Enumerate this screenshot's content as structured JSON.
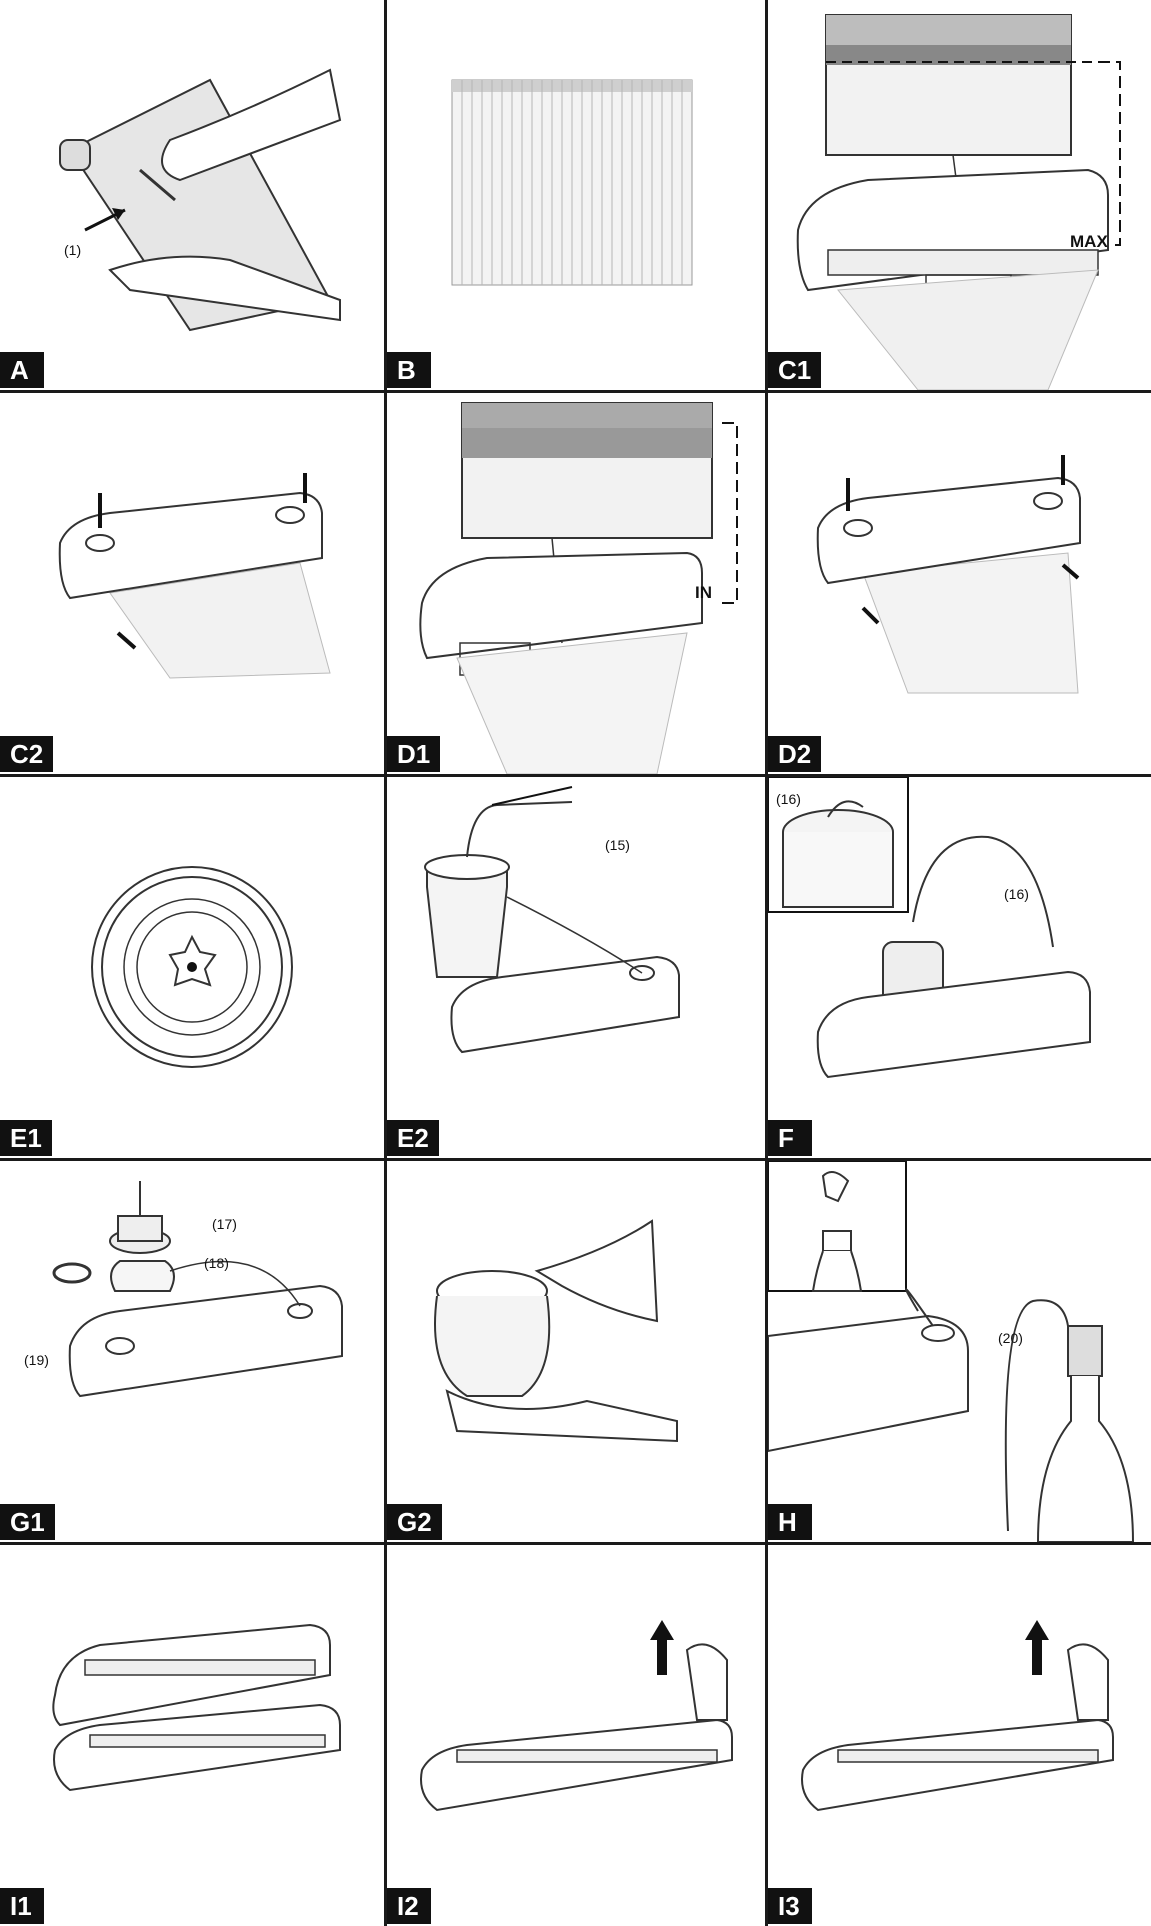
{
  "panels": {
    "a": {
      "label": "A",
      "callouts": {
        "c1": "(1)"
      }
    },
    "b": {
      "label": "B"
    },
    "c1": {
      "label": "C1",
      "callouts": {
        "max": "MAX"
      }
    },
    "c2": {
      "label": "C2"
    },
    "d1": {
      "label": "D1",
      "callouts": {
        "in": "IN"
      }
    },
    "d2": {
      "label": "D2"
    },
    "e1": {
      "label": "E1"
    },
    "e2": {
      "label": "E2",
      "callouts": {
        "c15": "(15)"
      }
    },
    "f": {
      "label": "F",
      "callouts": {
        "c16a": "(16)",
        "c16b": "(16)"
      }
    },
    "g1": {
      "label": "G1",
      "callouts": {
        "c17": "(17)",
        "c18": "(18)",
        "c19": "(19)"
      }
    },
    "g2": {
      "label": "G2"
    },
    "h": {
      "label": "H",
      "callouts": {
        "c20": "(20)"
      }
    },
    "i1": {
      "label": "I1"
    },
    "i2": {
      "label": "I2"
    },
    "i3": {
      "label": "I3"
    }
  },
  "colors": {
    "line": "#1a1a1a",
    "label_bg": "#111111",
    "label_text": "#ffffff"
  }
}
